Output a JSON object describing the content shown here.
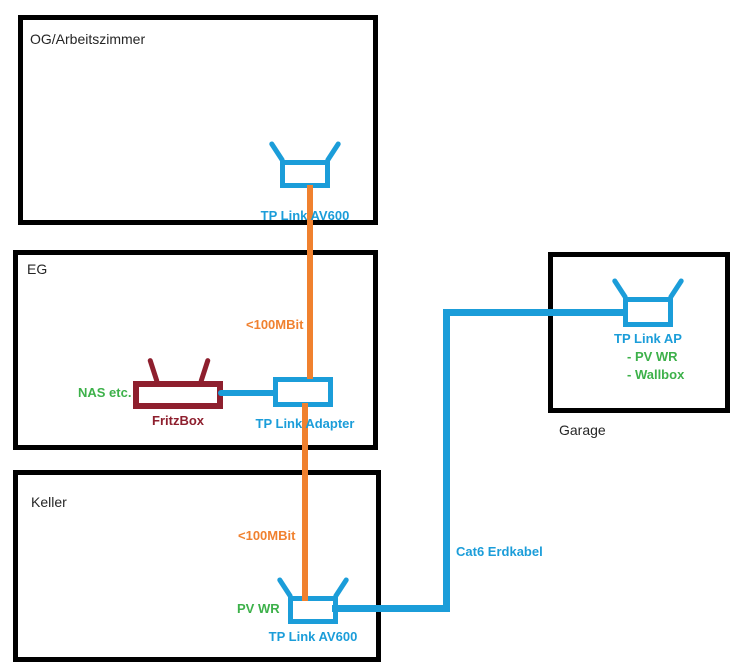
{
  "rooms": {
    "og": "OG/Arbeitszimmer",
    "eg": "EG",
    "keller": "Keller",
    "garage": "Garage"
  },
  "devices": {
    "og_powerline": "TP Link AV600",
    "fritzbox": "FritzBox",
    "fritzbox_note": "NAS etc.",
    "adapter": "TP Link Adapter",
    "keller_powerline": "TP Link AV600",
    "keller_note": "PV WR",
    "garage_ap": "TP Link AP",
    "garage_notes": [
      "- PV WR",
      "- Wallbox"
    ]
  },
  "links": {
    "og_eg": "<100MBit",
    "eg_keller": "<100MBit",
    "keller_garage": "Cat6 Erdkabel"
  },
  "colors": {
    "blue": "#1B9DD9",
    "orange": "#F0812F",
    "dark_red": "#8E1F2E",
    "green": "#3DB14A",
    "box_border": "#000000",
    "room_text": "#262626"
  }
}
